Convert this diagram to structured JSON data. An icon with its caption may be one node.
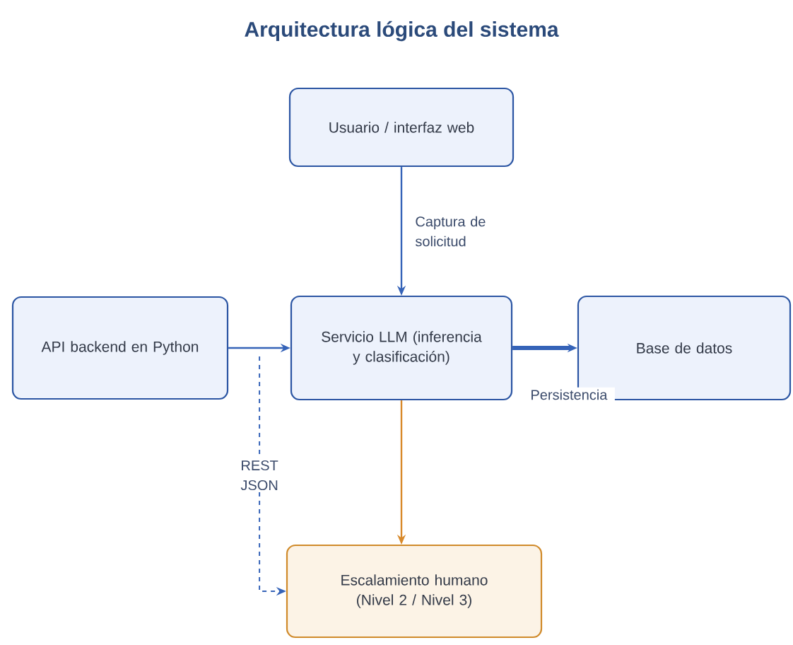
{
  "diagram": {
    "title": "Arquitectura lógica del sistema",
    "nodes": [
      {
        "text": [
          "Usuario / interfaz web"
        ]
      },
      {
        "text": [
          "API backend en Python"
        ]
      },
      {
        "text": [
          "Servicio LLM (inferencia y clasificación)"
        ]
      },
      {
        "text": [
          "Base de datos"
        ]
      },
      {
        "text": [
          "Escalamiento humano (Nivel 2 / Nivel 3)"
        ]
      }
    ],
    "edges": [
      {
        "from": 0,
        "to": 2,
        "arrow": "to",
        "label": "Captura de solicitud"
      },
      {
        "from": 1,
        "to": 2,
        "arrow": "to"
      },
      {
        "from": 2,
        "to": 3,
        "arrow": "to",
        "label": "Persistencia",
        "style": "thick"
      },
      {
        "from": 2,
        "to": 4,
        "arrow": "to",
        "color": "#d8892a"
      },
      {
        "from": 1,
        "to": 4,
        "arrow": "to",
        "label": "REST JSON",
        "style": "dashed"
      }
    ]
  }
}
